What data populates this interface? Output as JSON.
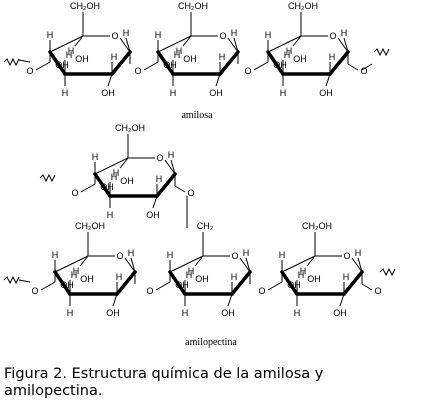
{
  "labels": {
    "amylose": "amilosa",
    "amylopectin": "amilopectina"
  },
  "atoms": {
    "ch2oh": "CH₂OH",
    "ch2": "CH₂",
    "h": "H",
    "oh": "OH",
    "o": "O"
  },
  "caption": "Figura 2. Estructura química de la amilosa y amilopectina."
}
